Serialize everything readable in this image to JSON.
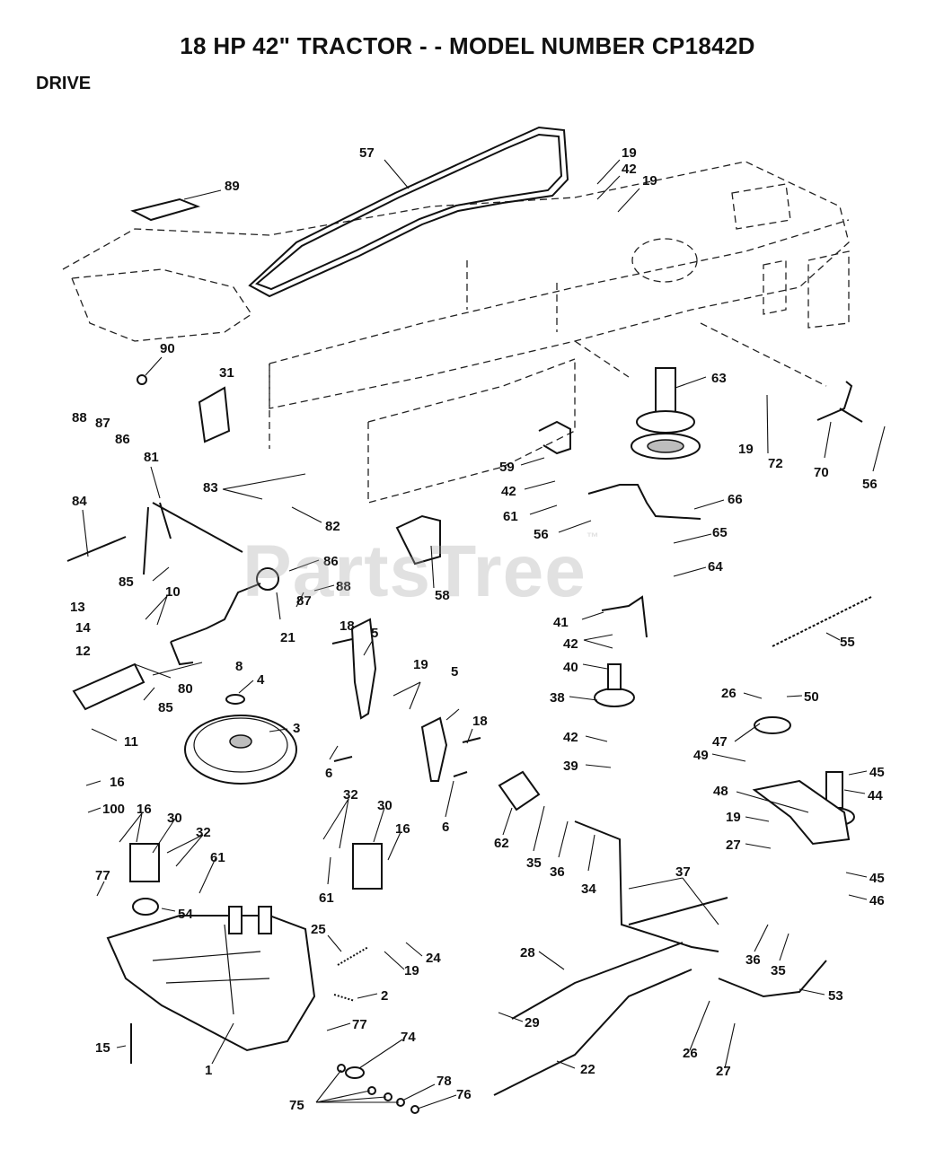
{
  "header": {
    "title": "18 HP 42\" TRACTOR - - MODEL NUMBER CP1842D",
    "section": "DRIVE"
  },
  "watermark": {
    "text": "PartsTree",
    "mark": "™"
  },
  "callouts": [
    {
      "id": "c57",
      "label": "57"
    },
    {
      "id": "c19a",
      "label": "19"
    },
    {
      "id": "c42a",
      "label": "42"
    },
    {
      "id": "c19b",
      "label": "19"
    },
    {
      "id": "c89",
      "label": "89"
    },
    {
      "id": "c90",
      "label": "90"
    },
    {
      "id": "c31",
      "label": "31"
    },
    {
      "id": "c63",
      "label": "63"
    },
    {
      "id": "c19c",
      "label": "19"
    },
    {
      "id": "c72",
      "label": "72"
    },
    {
      "id": "c70",
      "label": "70"
    },
    {
      "id": "c56a",
      "label": "56"
    },
    {
      "id": "c88a",
      "label": "88"
    },
    {
      "id": "c87a",
      "label": "87"
    },
    {
      "id": "c86a",
      "label": "86"
    },
    {
      "id": "c81",
      "label": "81"
    },
    {
      "id": "c83",
      "label": "83"
    },
    {
      "id": "c82",
      "label": "82"
    },
    {
      "id": "c84",
      "label": "84"
    },
    {
      "id": "c85a",
      "label": "85"
    },
    {
      "id": "c86b",
      "label": "86"
    },
    {
      "id": "c88b",
      "label": "88"
    },
    {
      "id": "c87b",
      "label": "87"
    },
    {
      "id": "c59",
      "label": "59"
    },
    {
      "id": "c42b",
      "label": "42"
    },
    {
      "id": "c61a",
      "label": "61"
    },
    {
      "id": "c56b",
      "label": "56"
    },
    {
      "id": "c66",
      "label": "66"
    },
    {
      "id": "c65",
      "label": "65"
    },
    {
      "id": "c64",
      "label": "64"
    },
    {
      "id": "c58",
      "label": "58"
    },
    {
      "id": "c13",
      "label": "13"
    },
    {
      "id": "c10",
      "label": "10"
    },
    {
      "id": "c14",
      "label": "14"
    },
    {
      "id": "c21",
      "label": "21"
    },
    {
      "id": "c12",
      "label": "12"
    },
    {
      "id": "c8",
      "label": "8"
    },
    {
      "id": "c80",
      "label": "80"
    },
    {
      "id": "c85b",
      "label": "85"
    },
    {
      "id": "c4",
      "label": "4"
    },
    {
      "id": "c3",
      "label": "3"
    },
    {
      "id": "c11",
      "label": "11"
    },
    {
      "id": "c18a",
      "label": "18"
    },
    {
      "id": "c5a",
      "label": "5"
    },
    {
      "id": "c19d",
      "label": "19"
    },
    {
      "id": "c5b",
      "label": "5"
    },
    {
      "id": "c18b",
      "label": "18"
    },
    {
      "id": "c6a",
      "label": "6"
    },
    {
      "id": "c6b",
      "label": "6"
    },
    {
      "id": "c41",
      "label": "41"
    },
    {
      "id": "c42c",
      "label": "42"
    },
    {
      "id": "c40",
      "label": "40"
    },
    {
      "id": "c38",
      "label": "38"
    },
    {
      "id": "c42d",
      "label": "42"
    },
    {
      "id": "c39",
      "label": "39"
    },
    {
      "id": "c55",
      "label": "55"
    },
    {
      "id": "c26a",
      "label": "26"
    },
    {
      "id": "c50",
      "label": "50"
    },
    {
      "id": "c47",
      "label": "47"
    },
    {
      "id": "c49",
      "label": "49"
    },
    {
      "id": "c45a",
      "label": "45"
    },
    {
      "id": "c44",
      "label": "44"
    },
    {
      "id": "c48",
      "label": "48"
    },
    {
      "id": "c19e",
      "label": "19"
    },
    {
      "id": "c27a",
      "label": "27"
    },
    {
      "id": "c45b",
      "label": "45"
    },
    {
      "id": "c46",
      "label": "46"
    },
    {
      "id": "c16a",
      "label": "16"
    },
    {
      "id": "c100",
      "label": "100"
    },
    {
      "id": "c16b",
      "label": "16"
    },
    {
      "id": "c30a",
      "label": "30"
    },
    {
      "id": "c32a",
      "label": "32"
    },
    {
      "id": "c61b",
      "label": "61"
    },
    {
      "id": "c32b",
      "label": "32"
    },
    {
      "id": "c30b",
      "label": "30"
    },
    {
      "id": "c16c",
      "label": "16"
    },
    {
      "id": "c61c",
      "label": "61"
    },
    {
      "id": "c62",
      "label": "62"
    },
    {
      "id": "c35a",
      "label": "35"
    },
    {
      "id": "c36a",
      "label": "36"
    },
    {
      "id": "c34",
      "label": "34"
    },
    {
      "id": "c37",
      "label": "37"
    },
    {
      "id": "c77a",
      "label": "77"
    },
    {
      "id": "c54",
      "label": "54"
    },
    {
      "id": "c25",
      "label": "25"
    },
    {
      "id": "c24",
      "label": "24"
    },
    {
      "id": "c19f",
      "label": "19"
    },
    {
      "id": "c2",
      "label": "2"
    },
    {
      "id": "c28",
      "label": "28"
    },
    {
      "id": "c36b",
      "label": "36"
    },
    {
      "id": "c35b",
      "label": "35"
    },
    {
      "id": "c53",
      "label": "53"
    },
    {
      "id": "c77b",
      "label": "77"
    },
    {
      "id": "c29",
      "label": "29"
    },
    {
      "id": "c15",
      "label": "15"
    },
    {
      "id": "c1",
      "label": "1"
    },
    {
      "id": "c74",
      "label": "74"
    },
    {
      "id": "c22",
      "label": "22"
    },
    {
      "id": "c26b",
      "label": "26"
    },
    {
      "id": "c27b",
      "label": "27"
    },
    {
      "id": "c78",
      "label": "78"
    },
    {
      "id": "c76",
      "label": "76"
    },
    {
      "id": "c75",
      "label": "75"
    }
  ]
}
